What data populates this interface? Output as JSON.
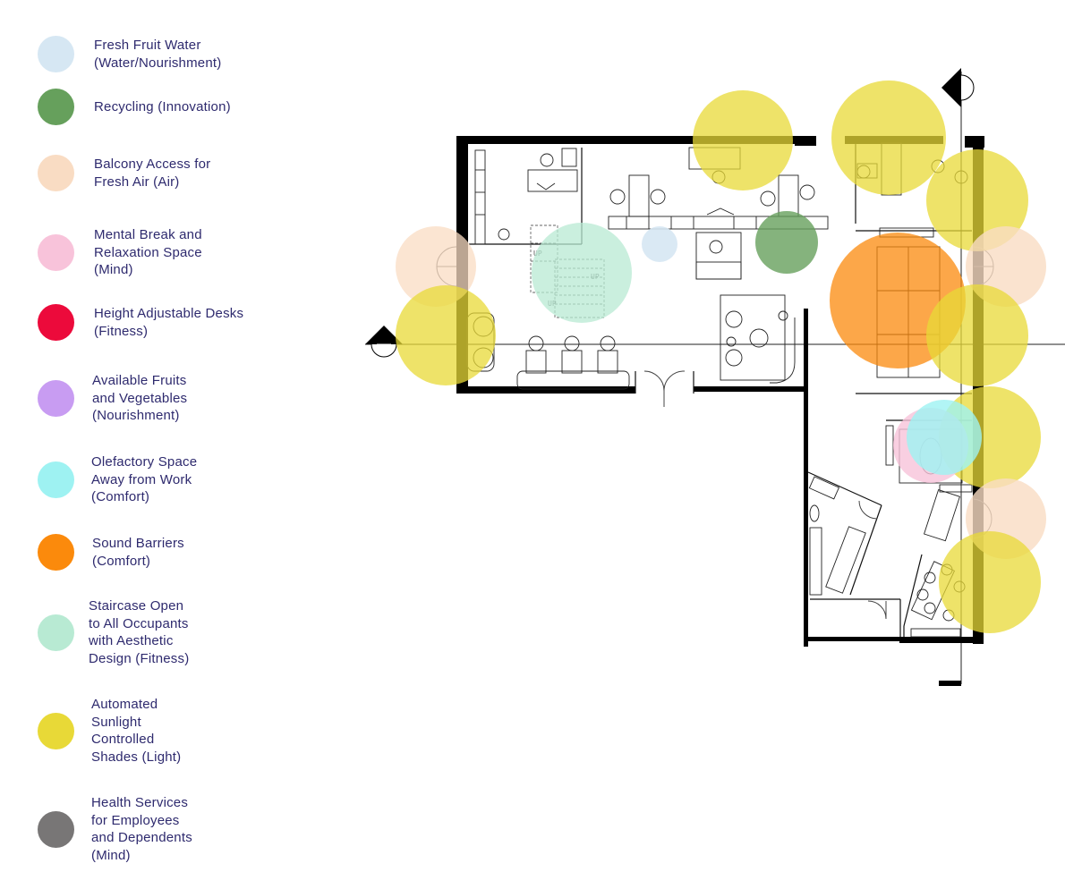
{
  "legend": {
    "items": [
      {
        "key": "water",
        "label": "Fresh Fruit Water\n(Water/Nourishment)",
        "color": "#d6e7f3"
      },
      {
        "key": "recycling",
        "label": "Recycling (Innovation)",
        "color": "#66a05c"
      },
      {
        "key": "balcony",
        "label": "Balcony Access for\nFresh Air (Air)",
        "color": "#f9dcc3"
      },
      {
        "key": "mental",
        "label": "Mental Break and\nRelaxation Space\n(Mind)",
        "color": "#f8c3da"
      },
      {
        "key": "desks",
        "label": "Height Adjustable Desks\n(Fitness)",
        "color": "#ec0a3b"
      },
      {
        "key": "fruits",
        "label": "Available Fruits\nand Vegetables\n(Nourishment)",
        "color": "#c89cf2"
      },
      {
        "key": "olfactory",
        "label": "Olefactory Space\nAway from Work\n(Comfort)",
        "color": "#9ef2f2"
      },
      {
        "key": "sound",
        "label": "Sound Barriers\n(Comfort)",
        "color": "#fb8a0c"
      },
      {
        "key": "staircase",
        "label": "Staircase Open\nto All Occupants\nwith Aesthetic\nDesign (Fitness)",
        "color": "#b8ead3"
      },
      {
        "key": "shades",
        "label": "Automated\nSunlight\nControlled\nShades (Light)",
        "color": "#e8d937"
      },
      {
        "key": "health",
        "label": "Health Services\nfor Employees\nand Dependents\n(Mind)",
        "color": "#787676"
      }
    ]
  },
  "plan": {
    "stair_labels": [
      "UP",
      "UP",
      "UP"
    ]
  }
}
